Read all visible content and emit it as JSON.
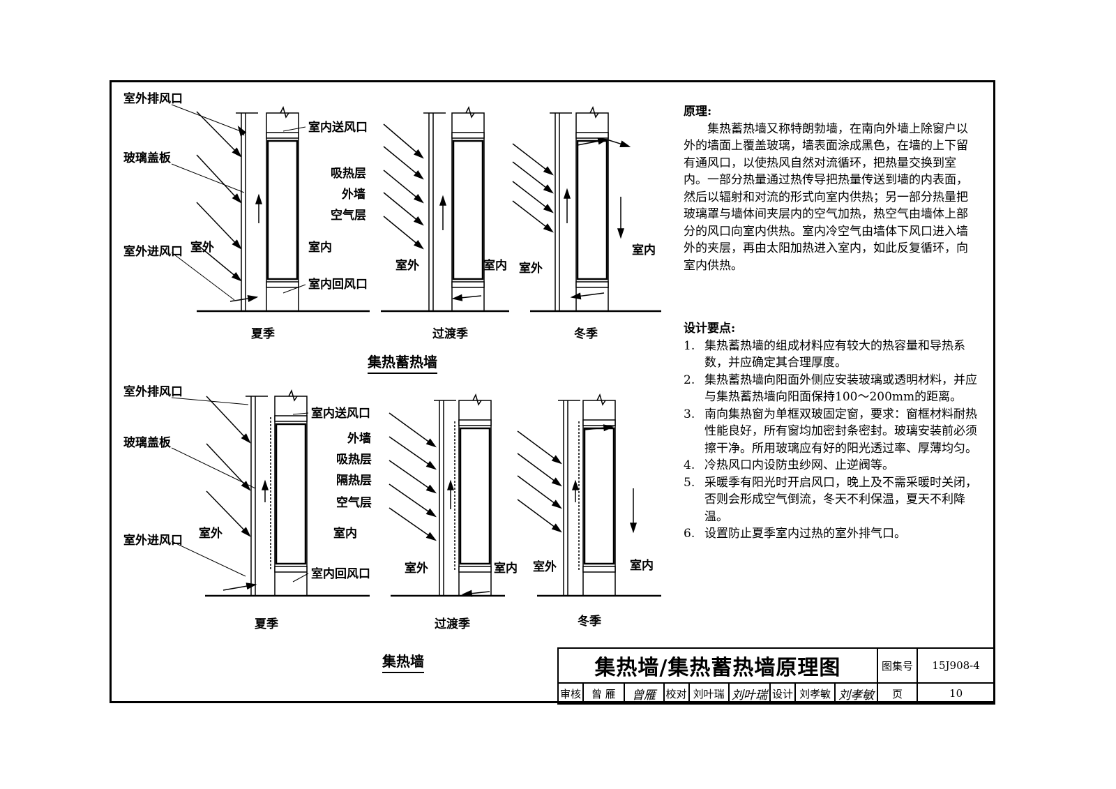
{
  "top_section": {
    "title": "集热蓄热墙",
    "labels": {
      "outdoor_exhaust": "室外排风口",
      "glass_cover": "玻璃盖板",
      "outdoor_inlet": "室外进风口",
      "outdoor": "室外",
      "indoor_supply": "室内送风口",
      "absorber": "吸热层",
      "outer_wall": "外墙",
      "air_layer": "空气层",
      "indoor": "室内",
      "indoor_return": "室内回风口"
    },
    "panel_outdoor_2": "室外",
    "panel_indoor_2": "室内",
    "panel_outdoor_3": "室外",
    "panel_indoor_3": "室内",
    "captions": [
      "夏季",
      "过渡季",
      "冬季"
    ]
  },
  "bottom_section": {
    "title": "集热墙",
    "labels": {
      "outdoor_exhaust": "室外排风口",
      "glass_cover": "玻璃盖板",
      "outdoor_inlet": "室外进风口",
      "outdoor": "室外",
      "indoor_supply": "室内送风口",
      "outer_wall": "外墙",
      "absorber": "吸热层",
      "insulation": "隔热层",
      "air_layer": "空气层",
      "indoor": "室内",
      "indoor_return": "室内回风口"
    },
    "panel_outdoor_2": "室外",
    "panel_indoor_2": "室内",
    "panel_outdoor_3": "室外",
    "panel_indoor_3": "室内",
    "captions": [
      "夏季",
      "过渡季",
      "冬季"
    ]
  },
  "principle": {
    "heading": "原理:",
    "body": "集热蓄热墙又称特朗勃墙，在南向外墙上除窗户以外的墙面上覆盖玻璃，墙表面涂成黑色，在墙的上下留有通风口，以使热风自然对流循环，把热量交换到室内。一部分热量通过热传导把热量传送到墙的内表面，然后以辐射和对流的形式向室内供热；另一部分热量把玻璃罩与墙体间夹层内的空气加热，热空气由墙体上部分的风口向室内供热。室内冷空气由墙体下风口进入墙外的夹层，再由太阳加热进入室内，如此反复循环，向室内供热。"
  },
  "design": {
    "heading": "设计要点:",
    "items": [
      {
        "num": "1.",
        "text": "集热蓄热墙的组成材料应有较大的热容量和导热系数，并应确定其合理厚度。"
      },
      {
        "num": "2.",
        "text": "集热蓄热墙向阳面外侧应安装玻璃或透明材料，并应与集热蓄热墙向阳面保持100～200mm的距离。"
      },
      {
        "num": "3.",
        "text": "南向集热窗为单框双玻固定窗，要求：窗框材料耐热性能良好，所有窗均加密封条密封。玻璃安装前必须擦干净。所用玻璃应有好的阳光透过率、厚薄均匀。"
      },
      {
        "num": "4.",
        "text": "冷热风口内设防虫纱网、止逆阀等。"
      },
      {
        "num": "5.",
        "text": "采暖季有阳光时开启风口，晚上及不需采暖时关闭，否则会形成空气倒流，冬天不利保温，夏天不利降温。"
      },
      {
        "num": "6.",
        "text": "设置防止夏季室内过热的室外排气口。"
      }
    ]
  },
  "title_block": {
    "title": "集热墙/集热蓄热墙原理图",
    "atlas_label": "图集号",
    "atlas_no": "15J908-4",
    "review_label": "审核",
    "reviewer": "曾  雁",
    "check_label": "校对",
    "checker": "刘叶瑞",
    "design_label": "设计",
    "designer": "刘孝敏",
    "page_label": "页",
    "page_no": "10"
  }
}
